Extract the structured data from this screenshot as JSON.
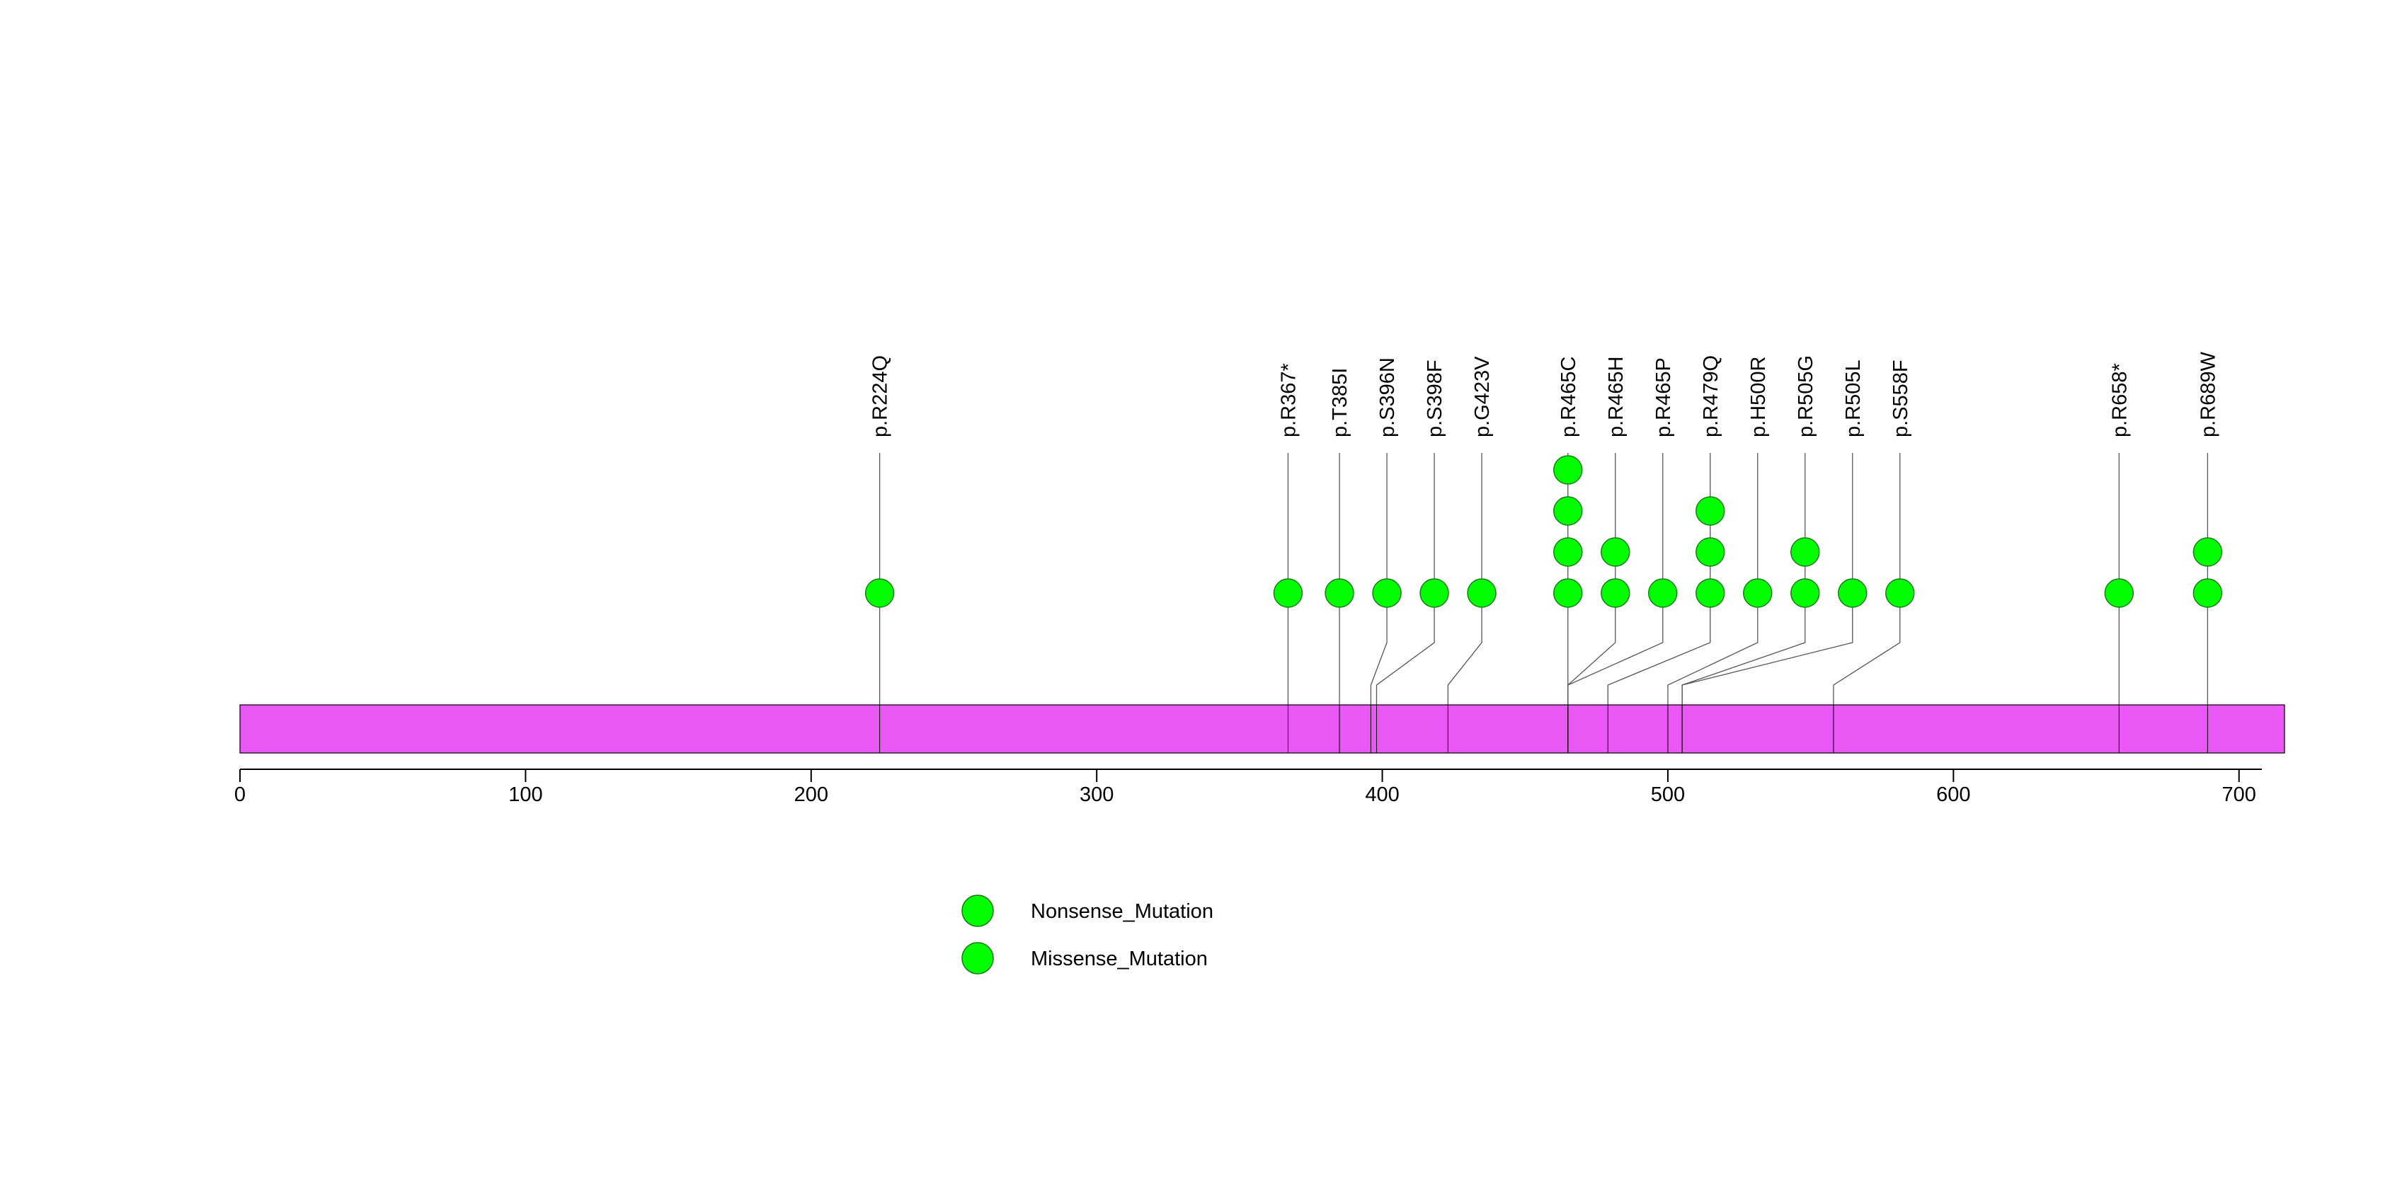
{
  "chart_data": {
    "type": "lollipop",
    "title": "",
    "xlabel": "",
    "ylabel": "",
    "xlim": [
      0,
      708
    ],
    "xticks": [
      "0",
      "100",
      "200",
      "300",
      "400",
      "500",
      "600",
      "700"
    ],
    "protein_length": 708,
    "protein_color": "#e957f4",
    "point_color": "#00ff00",
    "mutations": [
      {
        "label": "p.R224Q",
        "position": 224,
        "count": 1,
        "type": "Missense_Mutation"
      },
      {
        "label": "p.R367*",
        "position": 367,
        "count": 1,
        "type": "Nonsense_Mutation"
      },
      {
        "label": "p.T385I",
        "position": 385,
        "count": 1,
        "type": "Missense_Mutation"
      },
      {
        "label": "p.S396N",
        "position": 396,
        "count": 1,
        "type": "Missense_Mutation"
      },
      {
        "label": "p.S398F",
        "position": 398,
        "count": 1,
        "type": "Missense_Mutation"
      },
      {
        "label": "p.G423V",
        "position": 423,
        "count": 1,
        "type": "Missense_Mutation"
      },
      {
        "label": "p.R465C",
        "position": 465,
        "count": 4,
        "type": "Missense_Mutation"
      },
      {
        "label": "p.R465H",
        "position": 465,
        "count": 2,
        "type": "Missense_Mutation"
      },
      {
        "label": "p.R465P",
        "position": 465,
        "count": 1,
        "type": "Missense_Mutation"
      },
      {
        "label": "p.R479Q",
        "position": 479,
        "count": 3,
        "type": "Missense_Mutation"
      },
      {
        "label": "p.H500R",
        "position": 500,
        "count": 1,
        "type": "Missense_Mutation"
      },
      {
        "label": "p.R505G",
        "position": 505,
        "count": 2,
        "type": "Missense_Mutation"
      },
      {
        "label": "p.R505L",
        "position": 505,
        "count": 1,
        "type": "Missense_Mutation"
      },
      {
        "label": "p.S558F",
        "position": 558,
        "count": 1,
        "type": "Missense_Mutation"
      },
      {
        "label": "p.R658*",
        "position": 658,
        "count": 1,
        "type": "Nonsense_Mutation"
      },
      {
        "label": "p.R689W",
        "position": 689,
        "count": 2,
        "type": "Missense_Mutation"
      }
    ],
    "legend": {
      "placement": "bottom-center",
      "entries": [
        {
          "name": "Nonsense_Mutation",
          "color": "#00ff00"
        },
        {
          "name": "Missense_Mutation",
          "color": "#00ff00"
        }
      ]
    }
  }
}
